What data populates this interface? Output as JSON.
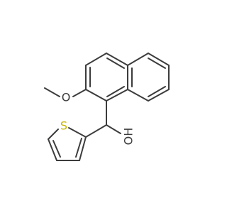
{
  "molecule": {
    "atoms": {
      "oxygen_methoxy": "O",
      "oxygen_hydroxyl": "OH",
      "sulfur": "S"
    },
    "colors": {
      "bond": "#3c3c3c",
      "sulfur": "#c8b400",
      "background": "#ffffff"
    }
  }
}
